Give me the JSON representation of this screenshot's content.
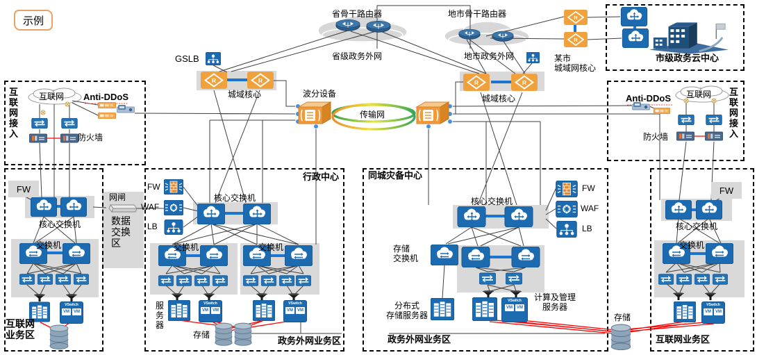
{
  "stamp": "示例",
  "top": {
    "provincial_router_label": "省骨干路由器",
    "provincial_cloud_label": "省级政务外网",
    "city_router_label": "地市骨干路由器",
    "city_cloud_label": "地市政务外网",
    "gslb_label": "GSLB",
    "city_man_core_label": "某市\n城域网核心",
    "cloud_center_label": "市级政务云中心"
  },
  "backbone": {
    "metro_core_left_label": "城域核心",
    "metro_core_right_label": "城域核心",
    "wdm_label": "波分设备",
    "transport_label": "传输网"
  },
  "inet_left": {
    "zone_label": "互\n联\n网\n接\n入",
    "cloud_label": "互联网",
    "antiddos_label": "Anti-DDoS",
    "firewall_label": "防火墙"
  },
  "inet_right": {
    "zone_label": "互\n联\n网\n接\n入",
    "cloud_label": "互联网",
    "antiddos_label": "Anti-DDoS",
    "firewall_label": "防火墙"
  },
  "gateway": {
    "netgate_label": "网闸",
    "zone_label": "数据\n交换\n区"
  },
  "biz_left": {
    "fw_label": "FW",
    "core_switch_label": "核心交换机",
    "switch_label": "交换机",
    "zone_label": "互联网\n业务区"
  },
  "admin": {
    "title": "行政中心",
    "fw_label": "FW",
    "waf_label": "WAF",
    "lb_label": "LB",
    "core_switch_label": "核心交换机",
    "switch1_label": "交换机",
    "switch2_label": "交换机",
    "server_label": "服\n务\n器",
    "storage_label": "存储",
    "zone_label": "政务外网业务区"
  },
  "dr": {
    "title": "同城灾备中心",
    "fw_label": "FW",
    "waf_label": "WAF",
    "lb_label": "LB",
    "core_switch_label": "核心交换机",
    "storage_switch_label": "存储\n交换机",
    "dist_storage_label": "分布式\n存储服务器",
    "compute_label": "计算及管理\n服务器",
    "zone_label": "政务外网业务区"
  },
  "mid_storage_label": "存储",
  "biz_right": {
    "fw_label": "FW",
    "core_switch_label": "核心交换机",
    "switch_label": "交换机",
    "zone_label": "互联网业务区"
  },
  "vswitch": {
    "title": "VSwitch",
    "vm": "VM"
  },
  "colors": {
    "device_orange": "#F0A13C",
    "device_blue": "#1C6BB0",
    "router_navy": "#2C5F8E",
    "panel_gray": "#D9D9D9",
    "link_red": "#FF0000",
    "link_blue": "#1B75D1"
  }
}
